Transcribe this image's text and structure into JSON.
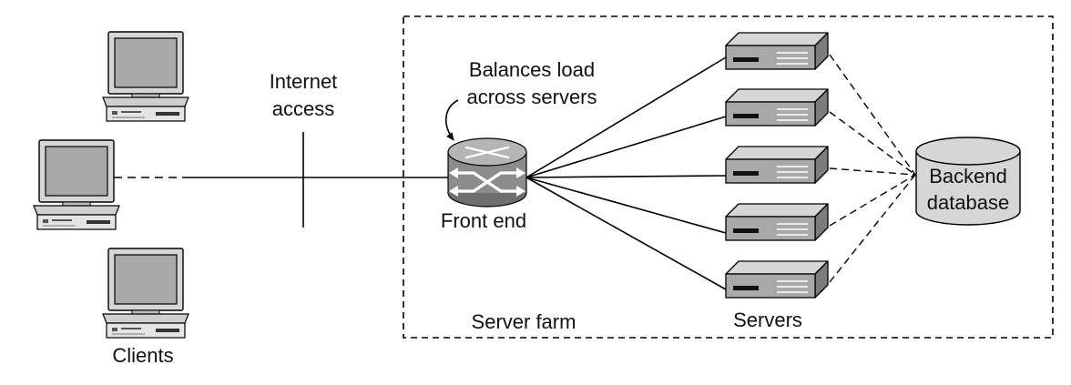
{
  "labels": {
    "clients": "Clients",
    "internet": [
      "Internet",
      "access"
    ],
    "balances": [
      "Balances load",
      "across servers"
    ],
    "front_end": "Front end",
    "server_farm": "Server farm",
    "servers": "Servers",
    "database": [
      "Backend",
      "database"
    ]
  },
  "icons": {
    "client": "desktop-computer-icon",
    "router": "switch-router-icon",
    "server": "rack-server-icon",
    "database": "database-cylinder-icon"
  },
  "colors": {
    "device_light": "#d6d6d6",
    "device_mid": "#a9a9a9",
    "device_dark": "#7c7c7c",
    "router_gray": "#8c8c8c",
    "line": "#000000"
  }
}
